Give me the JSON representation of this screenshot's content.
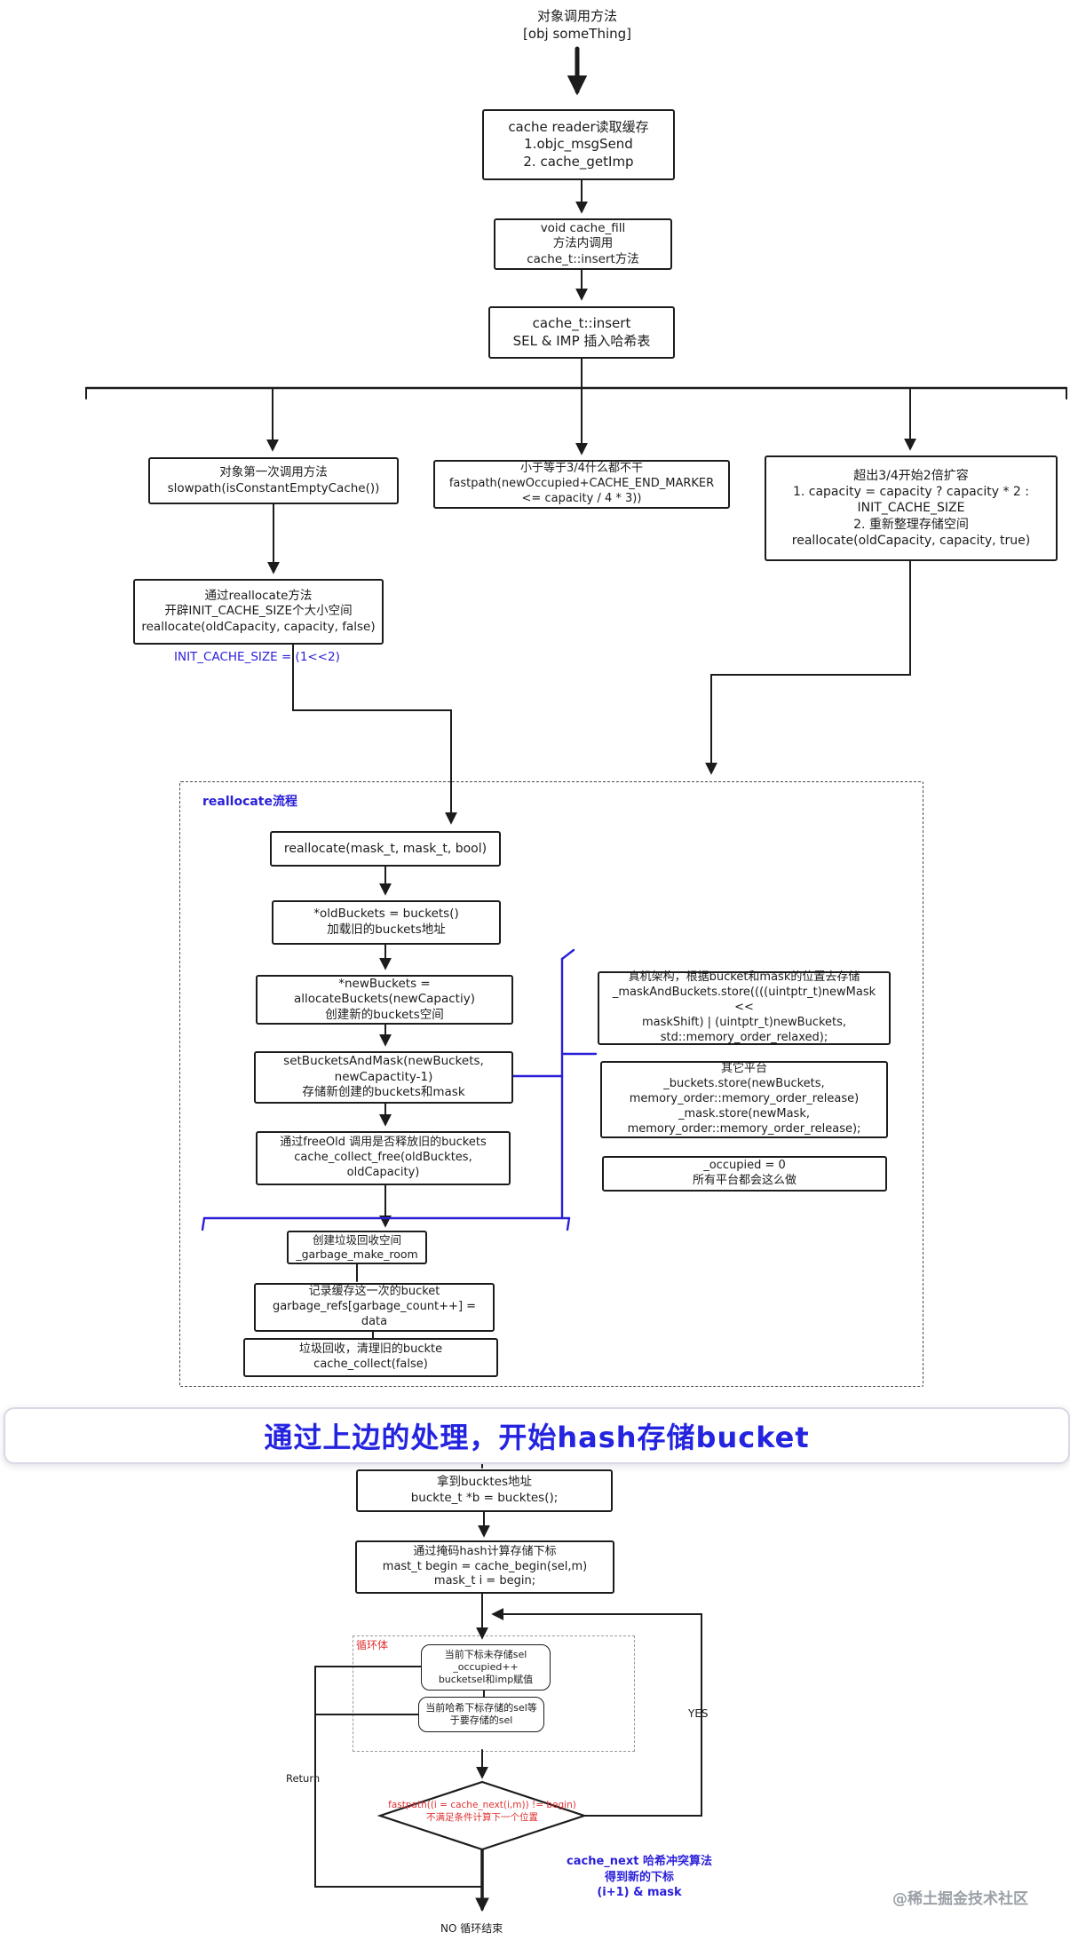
{
  "title": "对象调用方法\n[obj someThing]",
  "flow": {
    "cache_reader": "cache reader读取缓存\n1.objc_msgSend\n2. cache_getImp",
    "cache_fill": "void cache_fill\n方法内调用\ncache_t::insert方法",
    "insert": "cache_t::insert\nSEL & IMP 插入哈希表",
    "first_call": "对象第一次调用方法\nslowpath(isConstantEmptyCache())",
    "under_three_quarters": "小于等于3/4什么都不干\nfastpath(newOccupied+CACHE_END_MARKER\n<= capacity / 4 * 3))",
    "over_three_quarters": "超出3/4开始2倍扩容\n1. capacity = capacity ? capacity * 2 :\nINIT_CACHE_SIZE\n2. 重新整理存储空间\nreallocate(oldCapacity, capacity, true)",
    "reallocate_entry": "通过reallocate方法\n开辟INIT_CACHE_SIZE个大小空间\nreallocate(oldCapacity, capacity, false)",
    "init_cache_size_note": "INIT_CACHE_SIZE = (1<<2)"
  },
  "reallocate_flow": {
    "label": "reallocate流程",
    "signature": "reallocate(mask_t, mask_t, bool)",
    "old_buckets": "*oldBuckets = buckets()\n加载旧的buckets地址",
    "new_buckets": "*newBuckets =\nallocateBuckets(newCapactiy)\n创建新的buckets空间",
    "set_buckets_mask": "setBucketsAndMask(newBuckets,\nnewCapactity-1)\n存储新创建的buckets和mask",
    "free_old": "通过freeOld 调用是否释放旧的buckets\ncache_collect_free(oldBucktes,\noldCapacity)",
    "real_device": "真机架构，根据bucket和mask的位置去存储\n_maskAndBuckets.store((((uintptr_t)newMask <<\nmaskShift) | (uintptr_t)newBuckets,\nstd::memory_order_relaxed);",
    "other_platform": "其它平台\n_buckets.store(newBuckets,\nmemory_order::memory_order_release)\n_mask.store(newMask,\nmemory_order::memory_order_release);",
    "occupied_zero": "_occupied = 0\n所有平台都会这么做",
    "garbage_room": "创建垃圾回收空间\n_garbage_make_room",
    "garbage_refs": "记录缓存这一次的bucket\ngarbage_refs[garbage_count++] = data",
    "garbage_collect": "垃圾回收，清理旧的buckte\ncache_collect(false)"
  },
  "banner": {
    "text": "通过上边的处理，开始hash存储bucket"
  },
  "hash_flow": {
    "get_buckets": "拿到bucktes地址\nbuckte_t *b = bucktes();",
    "calc_index": "通过掩码hash计算存储下标\nmast_t begin = cache_begin(sel,m)\nmask_t i = begin;",
    "loop_label": "循环体",
    "slot_empty": "当前下标未存储sel\n_occupied++\nbucketsel和imp赋值",
    "slot_match": "当前哈希下标存储的sel等\n于要存储的sel",
    "return_label": "Return",
    "yes_label": "YES",
    "diamond": "fastpath((i = cache_next(i,m)) != begin)\n不满足条件计算下一个位置",
    "cache_next_note": "cache_next 哈希冲突算法\n得到新的下标\n(i+1) & mask",
    "no_label": "NO 循环结束"
  },
  "watermark": "@稀土掘金技术社区",
  "colors": {
    "ink": "#1c1c1c",
    "accent_blue": "#2a1fd8",
    "accent_red": "#e03131"
  }
}
